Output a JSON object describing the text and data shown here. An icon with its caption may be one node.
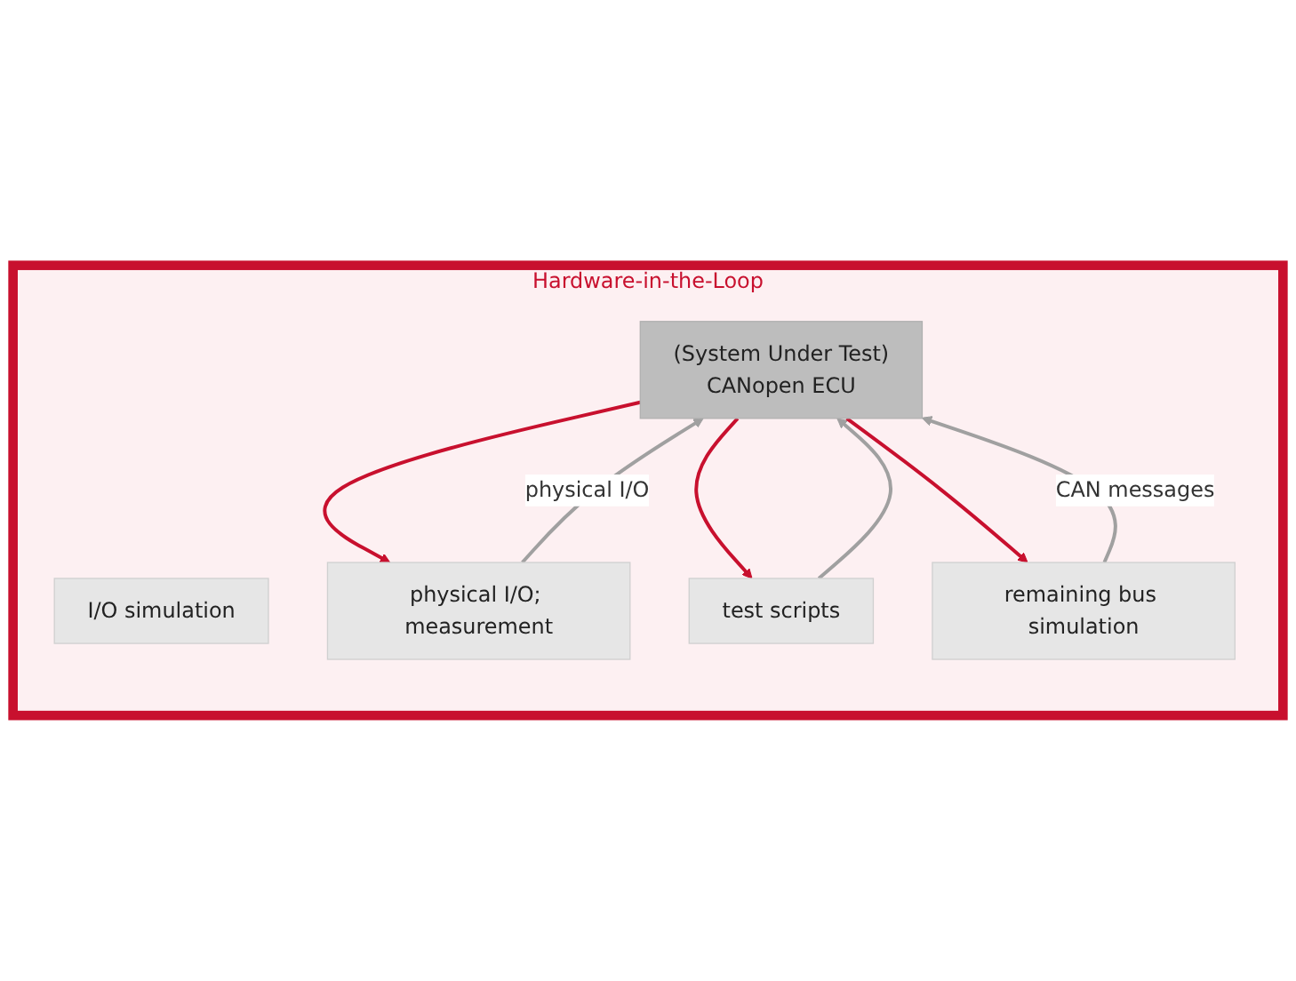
{
  "diagram": {
    "nodes": [
      {
        "text": [
          "Hardware-in-the-Loop"
        ]
      },
      {
        "text": [
          "I/O simulation"
        ],
        "in": 0
      },
      {
        "text": [
          "physical I/O; measurement"
        ],
        "in": 0
      },
      {
        "text": [
          "(System Under Test)",
          "CANopen ECU"
        ],
        "in": 0
      },
      {
        "text": [
          "test scripts"
        ],
        "in": 0
      },
      {
        "text": [
          "remaining bus simulation"
        ],
        "in": 0
      }
    ],
    "edges": [
      {
        "from": 3,
        "to": 2,
        "arrow": "to",
        "color": "#c8102e"
      },
      {
        "from": 2,
        "to": 3,
        "arrow": "to",
        "label": "physical I/O",
        "color": "#a0a0a0"
      },
      {
        "from": 4,
        "to": 3,
        "arrow": "to",
        "color": "#a0a0a0"
      },
      {
        "from": 3,
        "to": 4,
        "arrow": "to",
        "color": "#c8102e"
      },
      {
        "from": 3,
        "to": 5,
        "arrow": "to",
        "color": "#c8102e"
      },
      {
        "from": 5,
        "to": 3,
        "arrow": "to",
        "label": "CAN messages",
        "color": "#a0a0a0"
      }
    ]
  }
}
